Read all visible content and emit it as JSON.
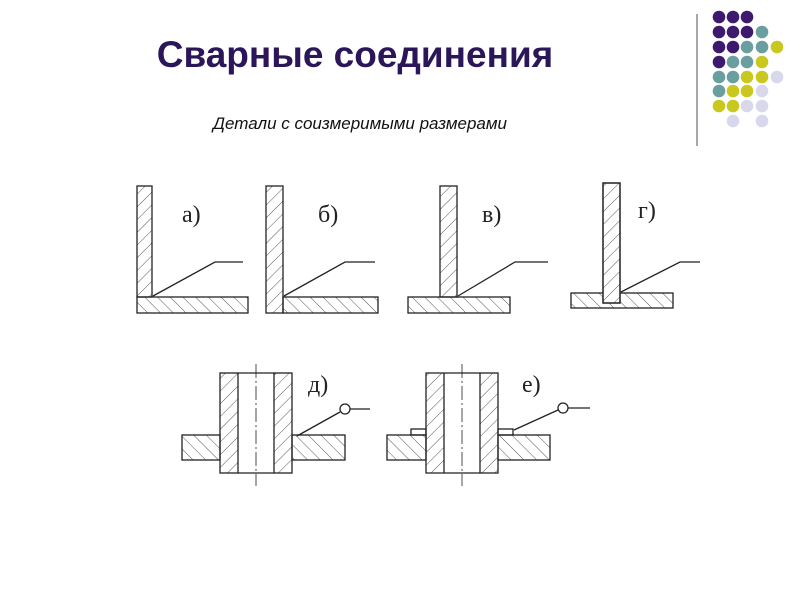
{
  "title": "Сварные соединения",
  "subtitle": "Детали с соизмеримыми размерами",
  "figures": [
    {
      "label": "а)"
    },
    {
      "label": "б)"
    },
    {
      "label": "в)"
    },
    {
      "label": "г)"
    },
    {
      "label": "д)"
    },
    {
      "label": "е)"
    }
  ],
  "colors": {
    "title": "#2b1659",
    "purple": "#3d1a6e",
    "teal": "#6a9f9f",
    "yellow": "#c8c81e",
    "lavender": "#d8d8ec"
  }
}
